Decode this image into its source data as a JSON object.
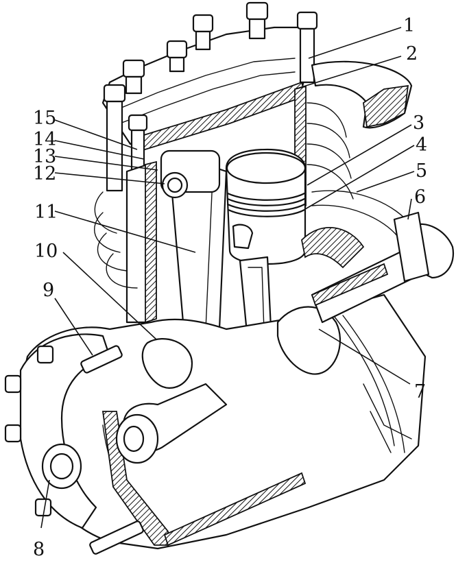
{
  "figure": {
    "callouts": [
      {
        "id": "1",
        "text": "1"
      },
      {
        "id": "2",
        "text": "2"
      },
      {
        "id": "3",
        "text": "3"
      },
      {
        "id": "4",
        "text": "4"
      },
      {
        "id": "5",
        "text": "5"
      },
      {
        "id": "6",
        "text": "6"
      },
      {
        "id": "7",
        "text": "7"
      },
      {
        "id": "8",
        "text": "8"
      },
      {
        "id": "9",
        "text": "9"
      },
      {
        "id": "10",
        "text": "10"
      },
      {
        "id": "11",
        "text": "11"
      },
      {
        "id": "12",
        "text": "12"
      },
      {
        "id": "13",
        "text": "13"
      },
      {
        "id": "14",
        "text": "14"
      },
      {
        "id": "15",
        "text": "15"
      }
    ],
    "colors": {
      "ink": "#111111",
      "paper": "#ffffff"
    }
  }
}
